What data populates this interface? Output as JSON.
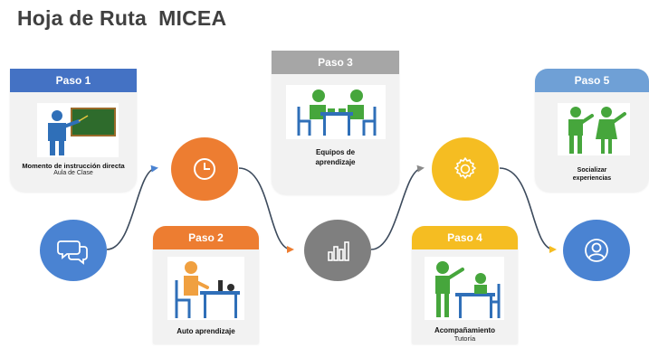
{
  "title": "Hoja de Ruta  MICEA",
  "colors": {
    "blue_dark": "#4472c4",
    "gray": "#a6a6a6",
    "blue_light": "#6fa0d6",
    "orange": "#ed7d31",
    "yellow": "#f5bd22",
    "node_blue": "#4a83d2",
    "node_gray": "#7f7f7f",
    "connector": "#3c4a5c",
    "card_bg": "#f2f2f2",
    "figure_green": "#46a63c"
  },
  "steps": [
    {
      "label": "Paso 1",
      "caption": "Momento de instrucción directa",
      "subcaption": "Aula de  Clase"
    },
    {
      "label": "Paso 2",
      "caption": "Auto aprendizaje"
    },
    {
      "label": "Paso 3",
      "caption_line1": "Equipos de",
      "caption_line2": "aprendizaje"
    },
    {
      "label": "Paso 4",
      "caption": "Acompañamiento",
      "subcaption": "Tutoría"
    },
    {
      "label": "Paso 5",
      "caption_line1": "Socializar",
      "caption_line2": "experiencias"
    }
  ],
  "nodes": [
    {
      "icon": "chat-bubbles-icon",
      "color": "#4a83d2"
    },
    {
      "icon": "clock-icon",
      "color": "#ed7d31"
    },
    {
      "icon": "bar-chart-icon",
      "color": "#7f7f7f"
    },
    {
      "icon": "gear-icon",
      "color": "#f5bd22"
    },
    {
      "icon": "user-icon",
      "color": "#4a83d2"
    }
  ]
}
